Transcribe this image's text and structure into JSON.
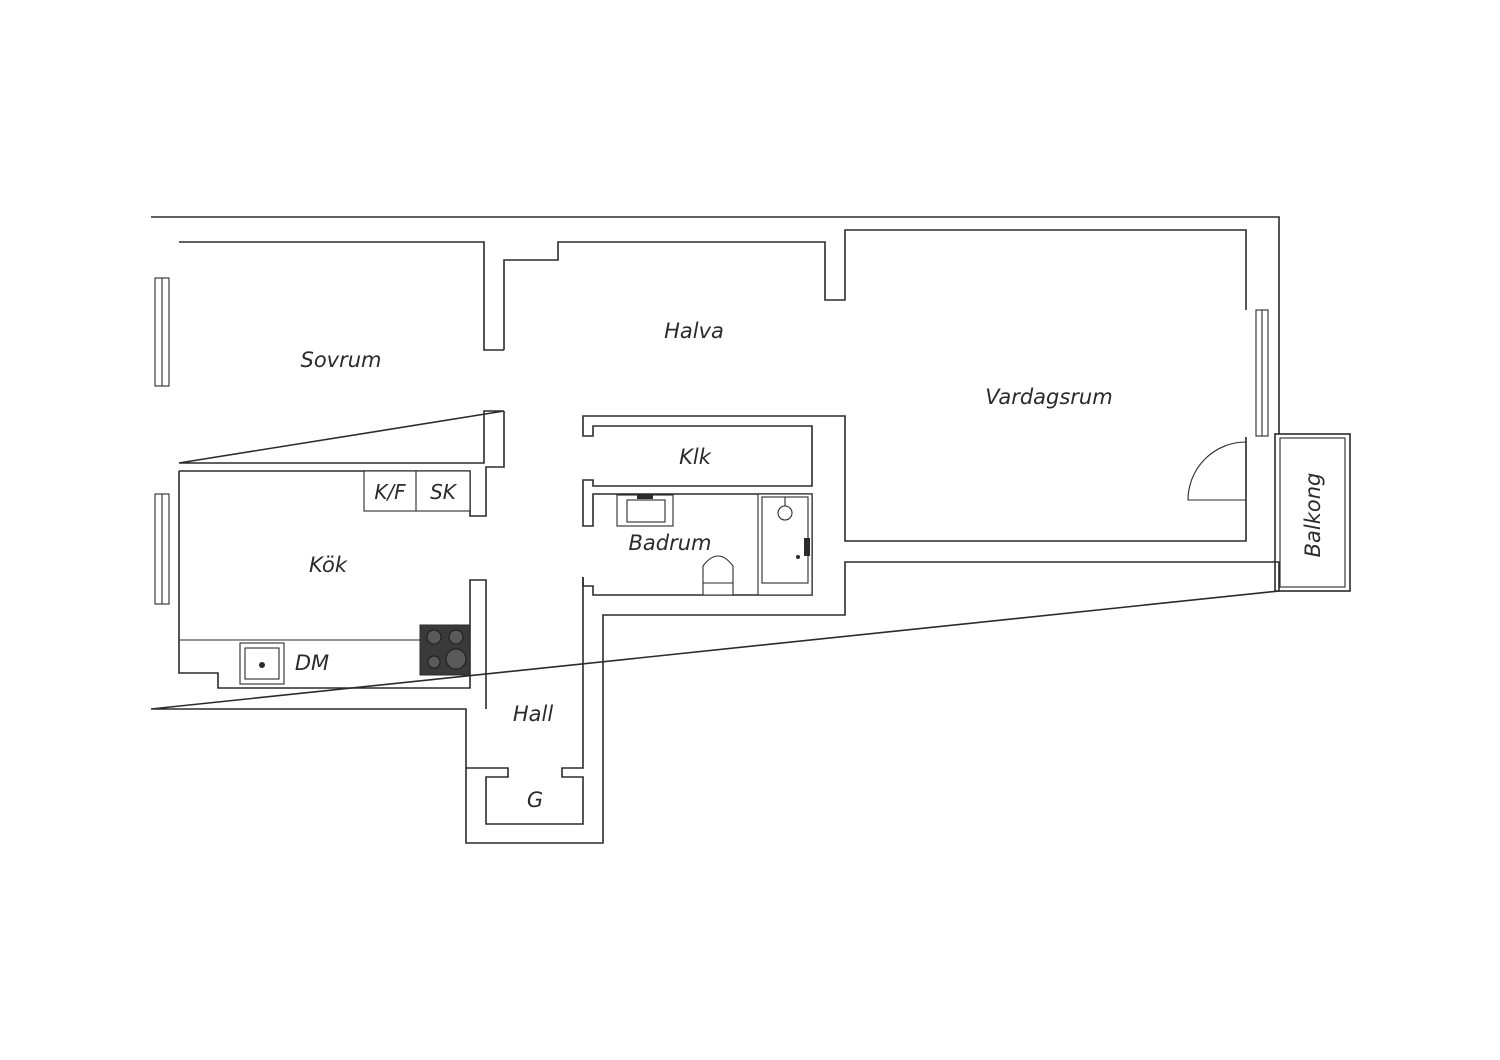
{
  "rooms": {
    "sovrum": "Sovrum",
    "halva": "Halva",
    "vardagsrum": "Vardagsrum",
    "klk": "Klk",
    "badrum": "Badrum",
    "kok": "Kök",
    "hall": "Hall",
    "garderob": "G",
    "balkong": "Balkong"
  },
  "fixtures": {
    "fridge_freezer": "K/F",
    "storage_cabinet": "SK",
    "dishwasher": "DM"
  },
  "icons": [
    "window-icon",
    "door-swing-icon",
    "sink-icon",
    "stove-icon",
    "shower-icon",
    "toilet-icon",
    "washbasin-icon"
  ],
  "colors": {
    "line": "#2b2b2b",
    "stove": "#3a3a3a",
    "background": "#ffffff"
  }
}
